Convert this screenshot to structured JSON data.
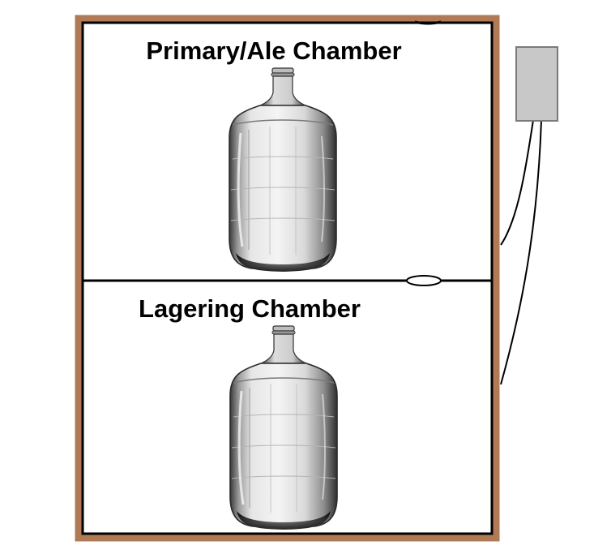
{
  "cabinet": {
    "frame_color": "#b07a57",
    "divider_color": "#000000"
  },
  "chambers": [
    {
      "title": "Primary/Ale Chamber",
      "contents": "carboy-icon"
    },
    {
      "title": "Lagering Chamber",
      "contents": "carboy-icon"
    }
  ],
  "controller": {
    "icon": "temperature-controller-box",
    "color": "#c8c8c8"
  },
  "wires": {
    "color": "#000000",
    "count": 2
  }
}
